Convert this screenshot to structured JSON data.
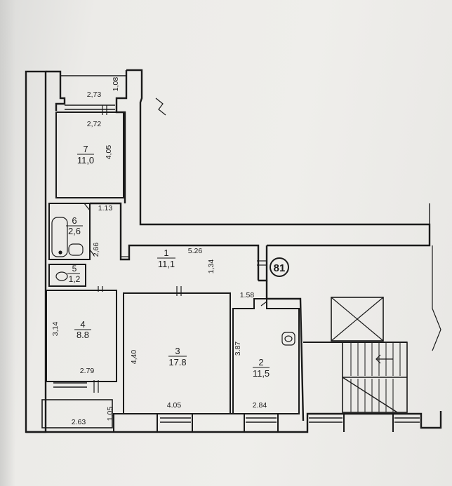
{
  "floor_plan": {
    "apartment_number": "81",
    "rooms": [
      {
        "number": "1",
        "area": "11,1"
      },
      {
        "number": "2",
        "area": "11,5"
      },
      {
        "number": "3",
        "area": "17.8"
      },
      {
        "number": "4",
        "area": "8.8"
      },
      {
        "number": "5",
        "area": "1,2"
      },
      {
        "number": "6",
        "area": "2,6"
      },
      {
        "number": "7",
        "area": "11,0"
      }
    ],
    "dimensions": [
      "2,73",
      "1,08",
      "2,72",
      "4,05",
      "1.13",
      "2,66",
      "5.26",
      "1,34",
      "1.58",
      "3,14",
      "3.87",
      "4,40",
      "2.79",
      "4.05",
      "2.84",
      "2.63",
      "1,05"
    ]
  },
  "colors": {
    "paper": "#eeede9",
    "wall": "#1a1a1a"
  }
}
